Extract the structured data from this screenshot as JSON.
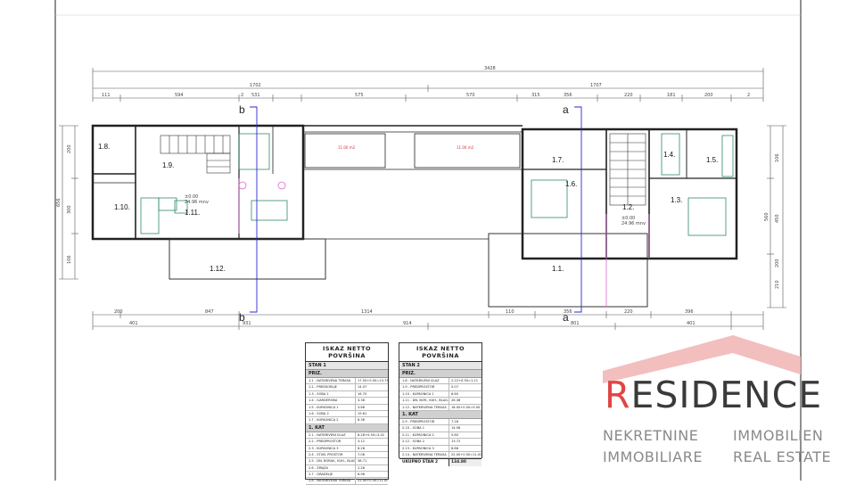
{
  "drawing": {
    "overall_dim": "3428",
    "half_dims": [
      "1702",
      "1707"
    ],
    "top_dims": [
      "111",
      "594",
      "2",
      "531",
      "575",
      "570",
      "315",
      "356",
      "220",
      "181",
      "200",
      "2"
    ],
    "bottom_dims": [
      "200",
      "847",
      "1314",
      "110",
      "356",
      "220",
      "396"
    ],
    "bottom_dims_2": [
      "401",
      "931",
      "914",
      "801",
      "401"
    ],
    "left_dims": [
      "200",
      "300",
      "656",
      "106"
    ],
    "right_dims": [
      "106",
      "560",
      "450",
      "200",
      "210"
    ],
    "section_labels": [
      "b",
      "b",
      "a",
      "a"
    ],
    "rooms": [
      "1.8.",
      "1.9.",
      "1.10.",
      "1.11.",
      "1.12.",
      "1.7.",
      "1.6.",
      "1.1.",
      "1.2.",
      "1.3.",
      "1.4.",
      "1.5."
    ],
    "room_areas": [
      "11.00 m2",
      "11.00 m2"
    ],
    "levels": [
      "±0.00",
      "24.96 mnv",
      "±0.00",
      "24.96 mnv"
    ]
  },
  "tables": [
    {
      "title_line1": "ISKAZ NETTO",
      "title_line2": "POVRŠINA",
      "unit": "STAN 1",
      "sections": [
        {
          "label": "PRIZ.",
          "rows": [
            [
              "1.1 - NATKRIVENA TERASA",
              "17.50+0.50=13.75"
            ],
            [
              "1.2 - PREDSOBLJE",
              "14.07"
            ],
            [
              "1.3 - SOBA 1",
              "16.75"
            ],
            [
              "1.4 - GARDEROBA",
              "3.36"
            ],
            [
              "1.5 - KUPAONICA 1",
              "3.68"
            ],
            [
              "1.6 - SOBA 2",
              "19.61"
            ],
            [
              "1.7 - KUPAONICA 2",
              "6.36"
            ]
          ]
        },
        {
          "label": "1. KAT",
          "rows": [
            [
              "2.1 - NATKRIVENI ULAZ",
              "6.28+0.50=3.42"
            ],
            [
              "2.2 - PREDPROSTOR",
              "3.12"
            ],
            [
              "2.3 - KUPAONICA 3",
              "6.28"
            ],
            [
              "2.4 - STUB. PROSTOR",
              "7.06"
            ],
            [
              "2.5 - DN. BORAV., KUH., BLAG.",
              "38.71"
            ],
            [
              "2.6 - ŠPAJZA",
              "2.26"
            ],
            [
              "2.7 - GRADELJE",
              "6.96"
            ],
            [
              "2.8 - NATKRIVENA TERASA",
              "22.00+0.50=11.00"
            ]
          ]
        }
      ]
    },
    {
      "title_line1": "ISKAZ NETTO",
      "title_line2": "POVRŠINA",
      "unit": "STAN 2",
      "sections": [
        {
          "label": "PRIZ.",
          "rows": [
            [
              "1.8 - NATKRIVENI ULAZ",
              "2.22+0.50=1.11"
            ],
            [
              "1.9 - PREDPROSTOR",
              "5.07"
            ],
            [
              "1.10 - KUPAONICA 1",
              "6.60"
            ],
            [
              "1.11 - DN. BOR., KUH., BLAG.",
              "26.36"
            ],
            [
              "1.12 - NATKRIVENA TERASA",
              "18.00+0.50=9.00"
            ]
          ]
        },
        {
          "label": "1. KAT",
          "rows": [
            [
              "2.9 - PREDPROSTOR",
              "7.26"
            ],
            [
              "2.10 - SOBA 1",
              "14.56"
            ],
            [
              "2.11 - KUPAONICA 2",
              "5.60"
            ],
            [
              "2.12 - SOBA 2",
              "13.72"
            ],
            [
              "2.13 - KUPAONICA 3",
              "6.86"
            ],
            [
              "2.14 - NATKRIVENA TERASA",
              "22.00+0.50=11.00"
            ]
          ],
          "total_label": "UKUPNO STAN 2",
          "total_value": "134.80"
        }
      ]
    }
  ],
  "logo": {
    "word_first": "R",
    "word_rest": "ESIDENCE",
    "tagline_left_1": "NEKRETNINE",
    "tagline_left_2": "IMMOBILIARE",
    "tagline_right_1": "IMMOBILIEN",
    "tagline_right_2": "REAL ESTATE",
    "accent_color": "#e04545",
    "text_color": "#3a3a3a",
    "tagline_color": "#8a8a8a"
  }
}
